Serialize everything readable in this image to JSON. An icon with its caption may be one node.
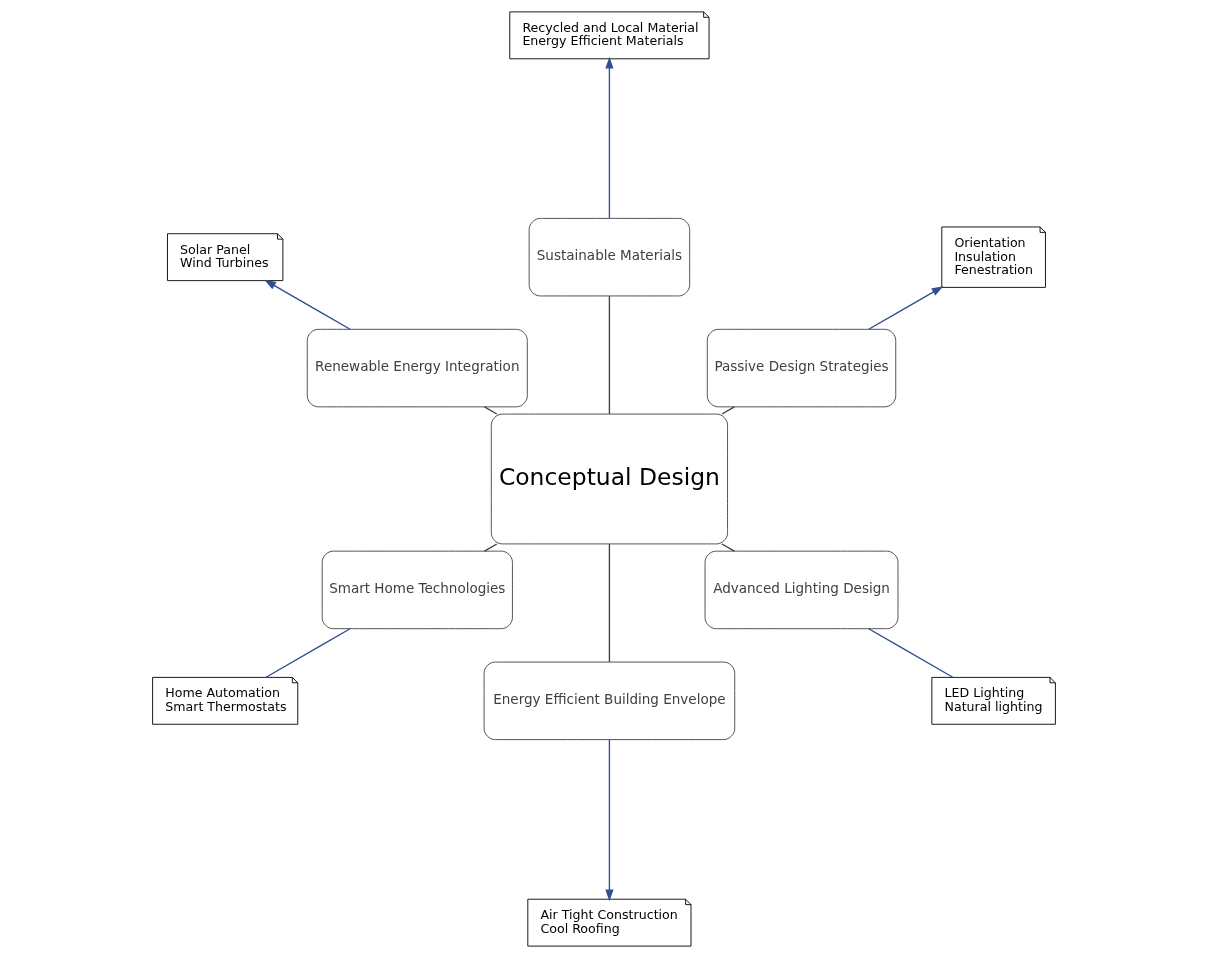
{
  "diagram": {
    "nodes": [
      {
        "text": [
          "Conceptual Design"
        ]
      },
      {
        "text": [
          "Passive Design Strategies"
        ]
      },
      {
        "text": [
          "Orientation",
          "Insulation",
          "Fenestration"
        ]
      },
      {
        "text": [
          "Sustainable Materials"
        ]
      },
      {
        "text": [
          "Recycled and Local Material",
          "Energy Efficient Materials"
        ]
      },
      {
        "text": [
          "Renewable Energy Integration"
        ]
      },
      {
        "text": [
          "Solar Panel",
          "Wind Turbines"
        ]
      },
      {
        "text": [
          "Smart Home Technologies"
        ]
      },
      {
        "text": [
          "Home Automation",
          "Smart Thermostats"
        ]
      },
      {
        "text": [
          "Energy Efficient Building Envelope"
        ]
      },
      {
        "text": [
          "Air Tight Construction",
          "Cool Roofing"
        ]
      },
      {
        "text": [
          "Advanced Lighting Design"
        ]
      },
      {
        "text": [
          "LED Lighting",
          "Natural lighting"
        ]
      }
    ],
    "edges": [
      {
        "from": 0,
        "to": 1,
        "arrow": "none"
      },
      {
        "from": 0,
        "to": 3,
        "arrow": "none"
      },
      {
        "from": 0,
        "to": 5,
        "arrow": "none"
      },
      {
        "from": 0,
        "to": 7,
        "arrow": "none"
      },
      {
        "from": 0,
        "to": 9,
        "arrow": "none"
      },
      {
        "from": 0,
        "to": 11,
        "arrow": "none"
      },
      {
        "from": 1,
        "to": 2,
        "arrow": "to",
        "color": "#2f4f8f"
      },
      {
        "from": 3,
        "to": 4,
        "arrow": "to",
        "color": "#2f4f8f"
      },
      {
        "from": 5,
        "to": 6,
        "arrow": "to",
        "color": "#2f4f8f"
      },
      {
        "from": 7,
        "to": 8,
        "arrow": "none",
        "color": "#2f4f8f"
      },
      {
        "from": 9,
        "to": 10,
        "arrow": "to",
        "color": "#2f4f8f"
      },
      {
        "from": 11,
        "to": 12,
        "arrow": "none",
        "color": "#2f4f8f"
      }
    ]
  }
}
